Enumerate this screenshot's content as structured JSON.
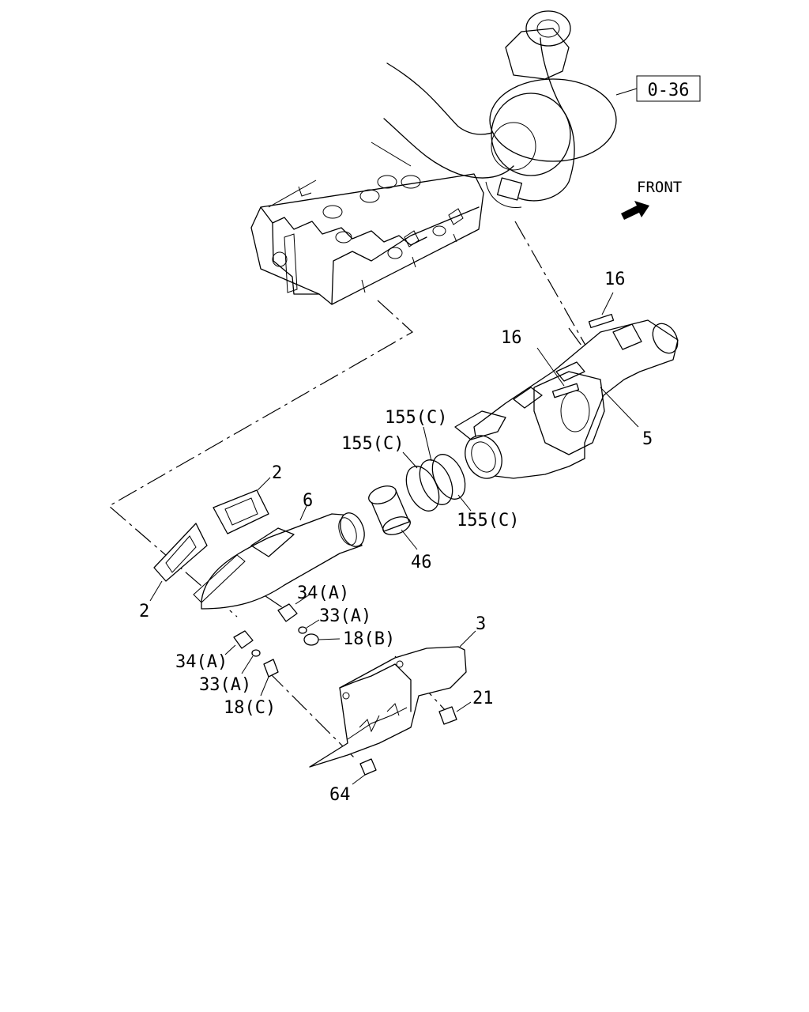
{
  "reference_box": "0-36",
  "front_label": "FRONT",
  "callouts": {
    "c16a": "16",
    "c16b": "16",
    "c5": "5",
    "c155_top": "155(C)",
    "c155_left": "155(C)",
    "c155_right": "155(C)",
    "c2_top": "2",
    "c2_left": "2",
    "c6": "6",
    "c46": "46",
    "c34a_upper": "34(A)",
    "c33a_upper": "33(A)",
    "c18b": "18(B)",
    "c34a_lower": "34(A)",
    "c33a_lower": "33(A)",
    "c18c": "18(C)",
    "c3": "3",
    "c21": "21",
    "c64": "64"
  }
}
